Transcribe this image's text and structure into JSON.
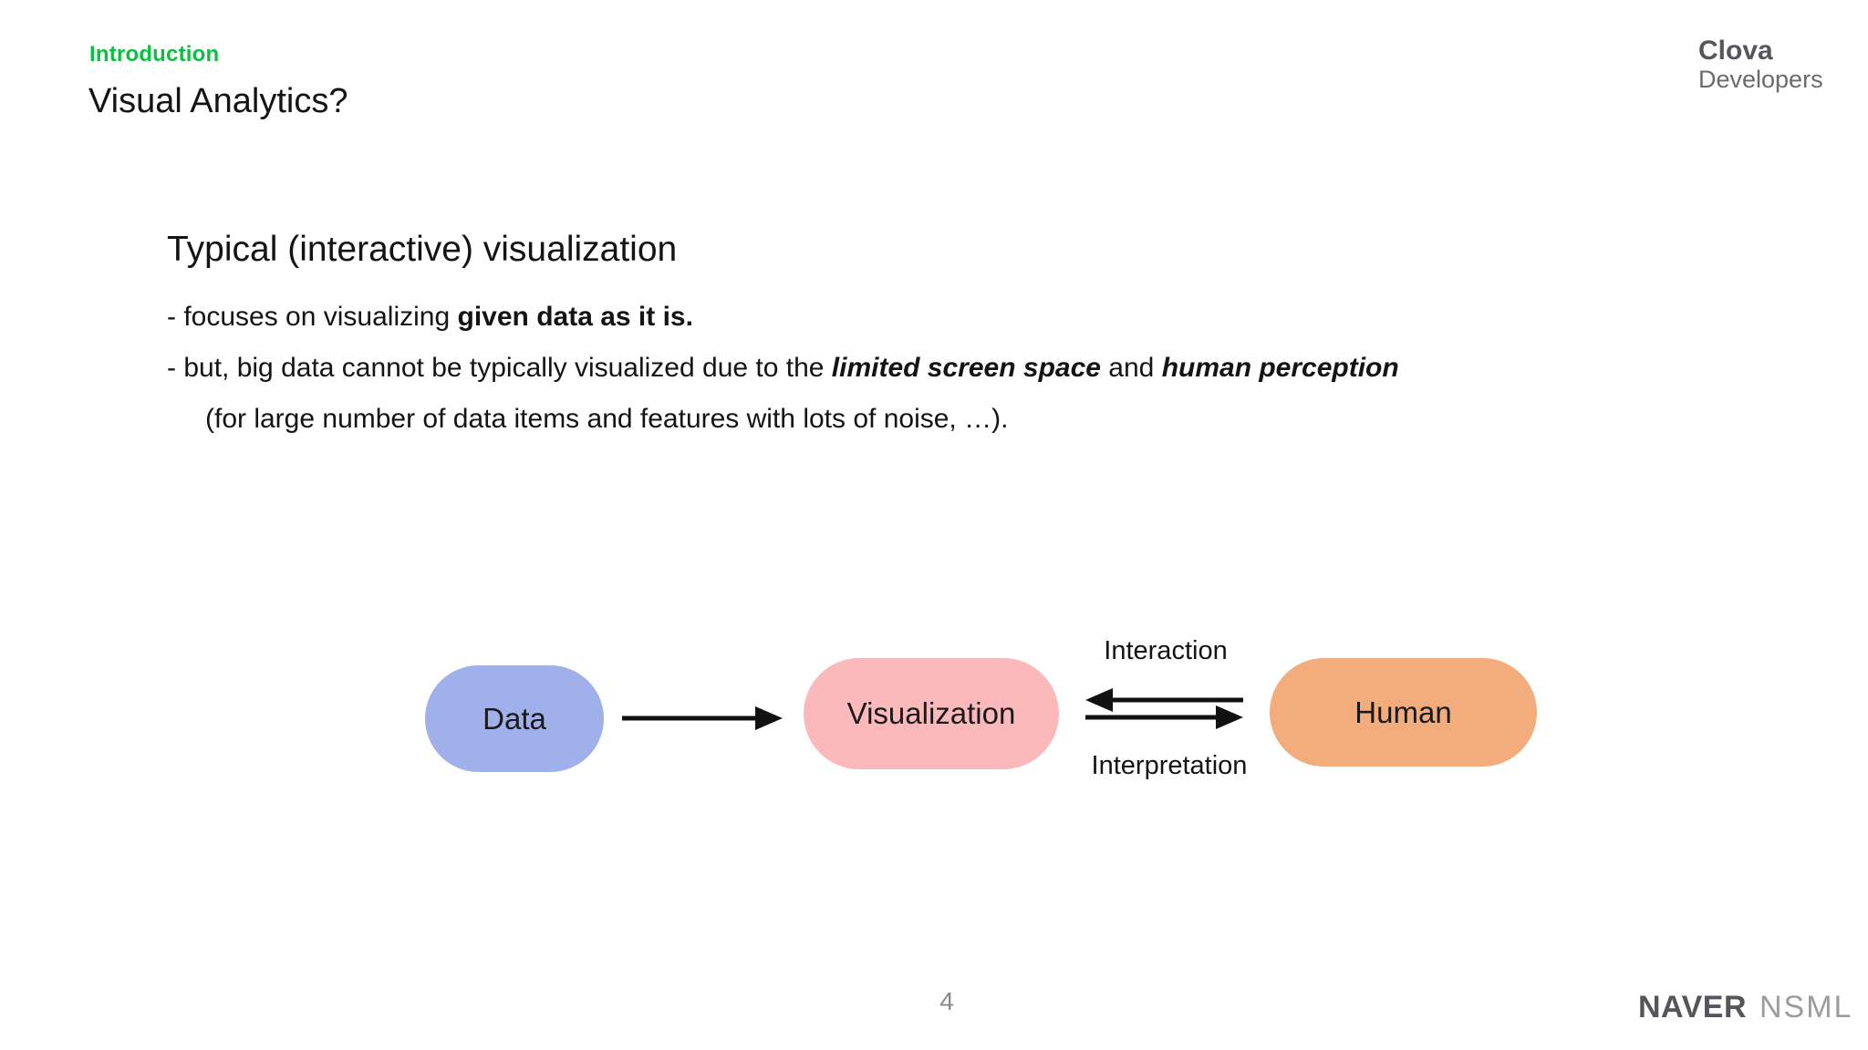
{
  "header": {
    "eyebrow": "Introduction",
    "eyebrow_color": "#0abf42",
    "title": "Visual Analytics?"
  },
  "branding": {
    "clova": "Clova",
    "clova_sub": "Developers",
    "naver": "NAVER",
    "nsml": "NSML"
  },
  "content": {
    "heading": "Typical (interactive) visualization",
    "bullets": {
      "b1_text": "- focuses on visualizing ",
      "b1_bold": "given data as it is.",
      "b2_text": "- but, big data cannot be typically visualized due to the ",
      "b2_em1": "limited screen space",
      "b2_and": " and ",
      "b2_em2": "human perception",
      "b3": "(for large number of data items and features with lots of noise, …)."
    }
  },
  "diagram": {
    "arrow_color": "#111111",
    "nodes": [
      {
        "id": "data",
        "label": "Data",
        "color": "#9fb0ea"
      },
      {
        "id": "visualization",
        "label": "Visualization",
        "color": "#fcb9bb"
      },
      {
        "id": "human",
        "label": "Human",
        "color": "#f3ac7b"
      }
    ],
    "labels": {
      "interaction": "Interaction",
      "interpretation": "Interpretation"
    }
  },
  "footer": {
    "page_number": "4"
  }
}
